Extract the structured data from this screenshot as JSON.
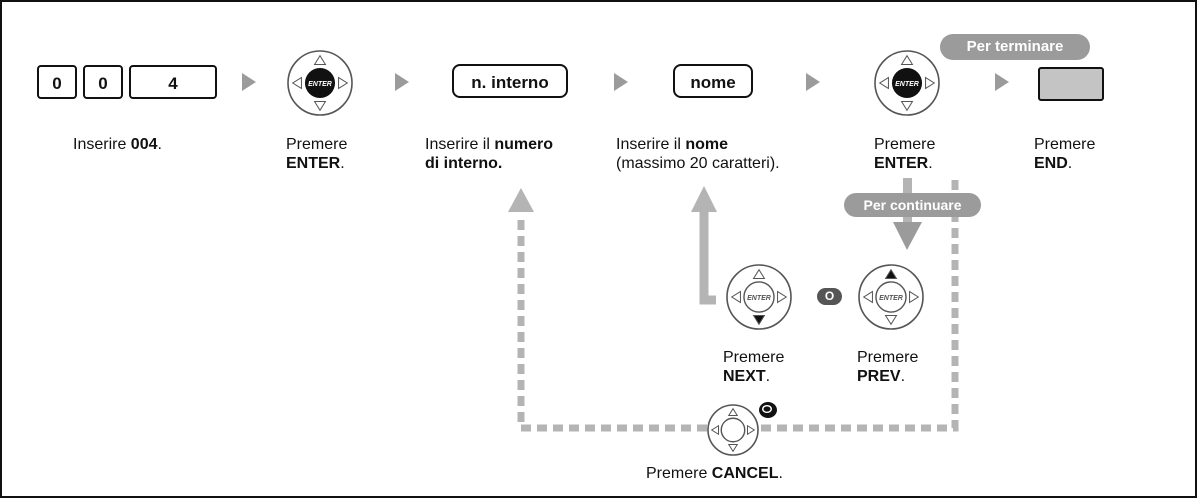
{
  "digits": [
    "0",
    "0",
    "4"
  ],
  "steps": {
    "s1": {
      "pre": "Inserire ",
      "bold": "004",
      "post": "."
    },
    "s2": {
      "l1": "Premere",
      "l2_bold": "ENTER",
      "l2_post": "."
    },
    "s3": {
      "box": "n. interno",
      "l1_pre": "Inserire il ",
      "l1_bold": "numero",
      "l2_bold": "di interno."
    },
    "s4": {
      "box": "nome",
      "l1_pre": "Inserire il ",
      "l1_bold": "nome",
      "l2": "(massimo 20 caratteri)."
    },
    "s5": {
      "l1": "Premere",
      "l2_bold": "ENTER",
      "l2_post": "."
    },
    "s6": {
      "l1": "Premere",
      "l2_bold": "END",
      "l2_post": "."
    },
    "next": {
      "l1": "Premere",
      "l2_bold": "NEXT",
      "l2_post": "."
    },
    "prev": {
      "l1": "Premere",
      "l2_bold": "PREV",
      "l2_post": "."
    },
    "cancel": {
      "pre": "Premere ",
      "bold": "CANCEL",
      "post": "."
    }
  },
  "badges": {
    "end": "Per terminare",
    "continue": "Per continuare",
    "or": "O"
  },
  "enter_key_text": "ENTER",
  "colors": {
    "gray": "#9b9b9b",
    "dash": "#b4b4b4",
    "end_key": "#c4c4c4",
    "border": "#111111"
  }
}
